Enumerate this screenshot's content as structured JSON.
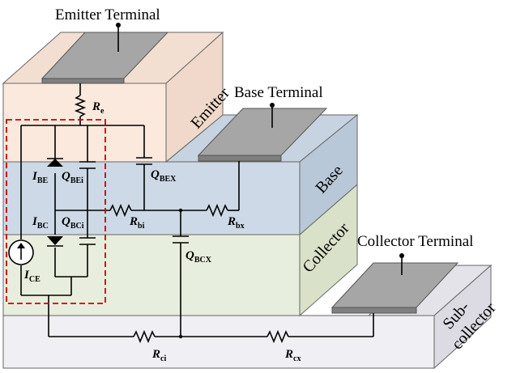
{
  "terminals": {
    "emitter": "Emitter Terminal",
    "base": "Base Terminal",
    "collector": "Collector Terminal"
  },
  "layers": {
    "emitter": "Emitter",
    "base": "Base",
    "collector": "Collector",
    "subcollector_line1": "Sub-",
    "subcollector_line2": "collector"
  },
  "elements": {
    "re": {
      "sym": "R",
      "sub": "e"
    },
    "ibe": {
      "sym": "I",
      "sub": "BE"
    },
    "qbei": {
      "sym": "Q",
      "sub": "BEi"
    },
    "qbex": {
      "sym": "Q",
      "sub": "BEX"
    },
    "ibc": {
      "sym": "I",
      "sub": "BC"
    },
    "qbci": {
      "sym": "Q",
      "sub": "BCi"
    },
    "rbi": {
      "sym": "R",
      "sub": "bi"
    },
    "rbx": {
      "sym": "R",
      "sub": "bx"
    },
    "qbcx": {
      "sym": "Q",
      "sub": "BCX"
    },
    "ice": {
      "sym": "I",
      "sub": "CE"
    },
    "rci": {
      "sym": "R",
      "sub": "ci"
    },
    "rcx": {
      "sym": "R",
      "sub": "cx"
    }
  },
  "colors": {
    "emitter_layer": "#fbe9de",
    "base_layer": "#cdd9e6",
    "collector_layer": "#e8eedd",
    "subcollector_layer": "#f0eff3",
    "terminal_metal": "#a6a6a6",
    "intrinsic_box": "#cc0000"
  }
}
